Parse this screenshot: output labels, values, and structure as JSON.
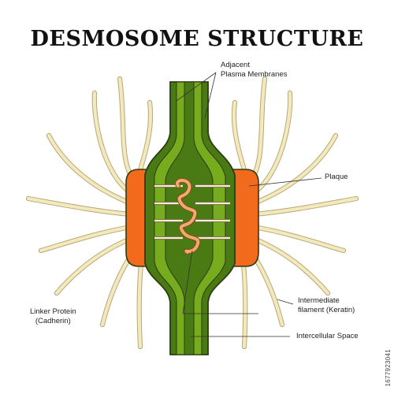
{
  "title": "DESMOSOME STRUCTURE",
  "labels": {
    "adjacent_line1": "Adjacent",
    "adjacent_line2": "Plasma Membranes",
    "plaque": "Plaque",
    "linker_line1": "Linker Protein",
    "linker_line2": "(Cadherin)",
    "intermediate_line1": "Intermediate",
    "intermediate_line2": "filament (Keratin)",
    "intercellular": "Intercellular Space"
  },
  "stock_id": "1677923041",
  "colors": {
    "membrane_dark": "#4a7a14",
    "membrane_light": "#77ac1e",
    "plaque": "#f26a1b",
    "filament": "#f3e9bd",
    "linker": "#f0aa70",
    "outline": "#2e3b12"
  }
}
